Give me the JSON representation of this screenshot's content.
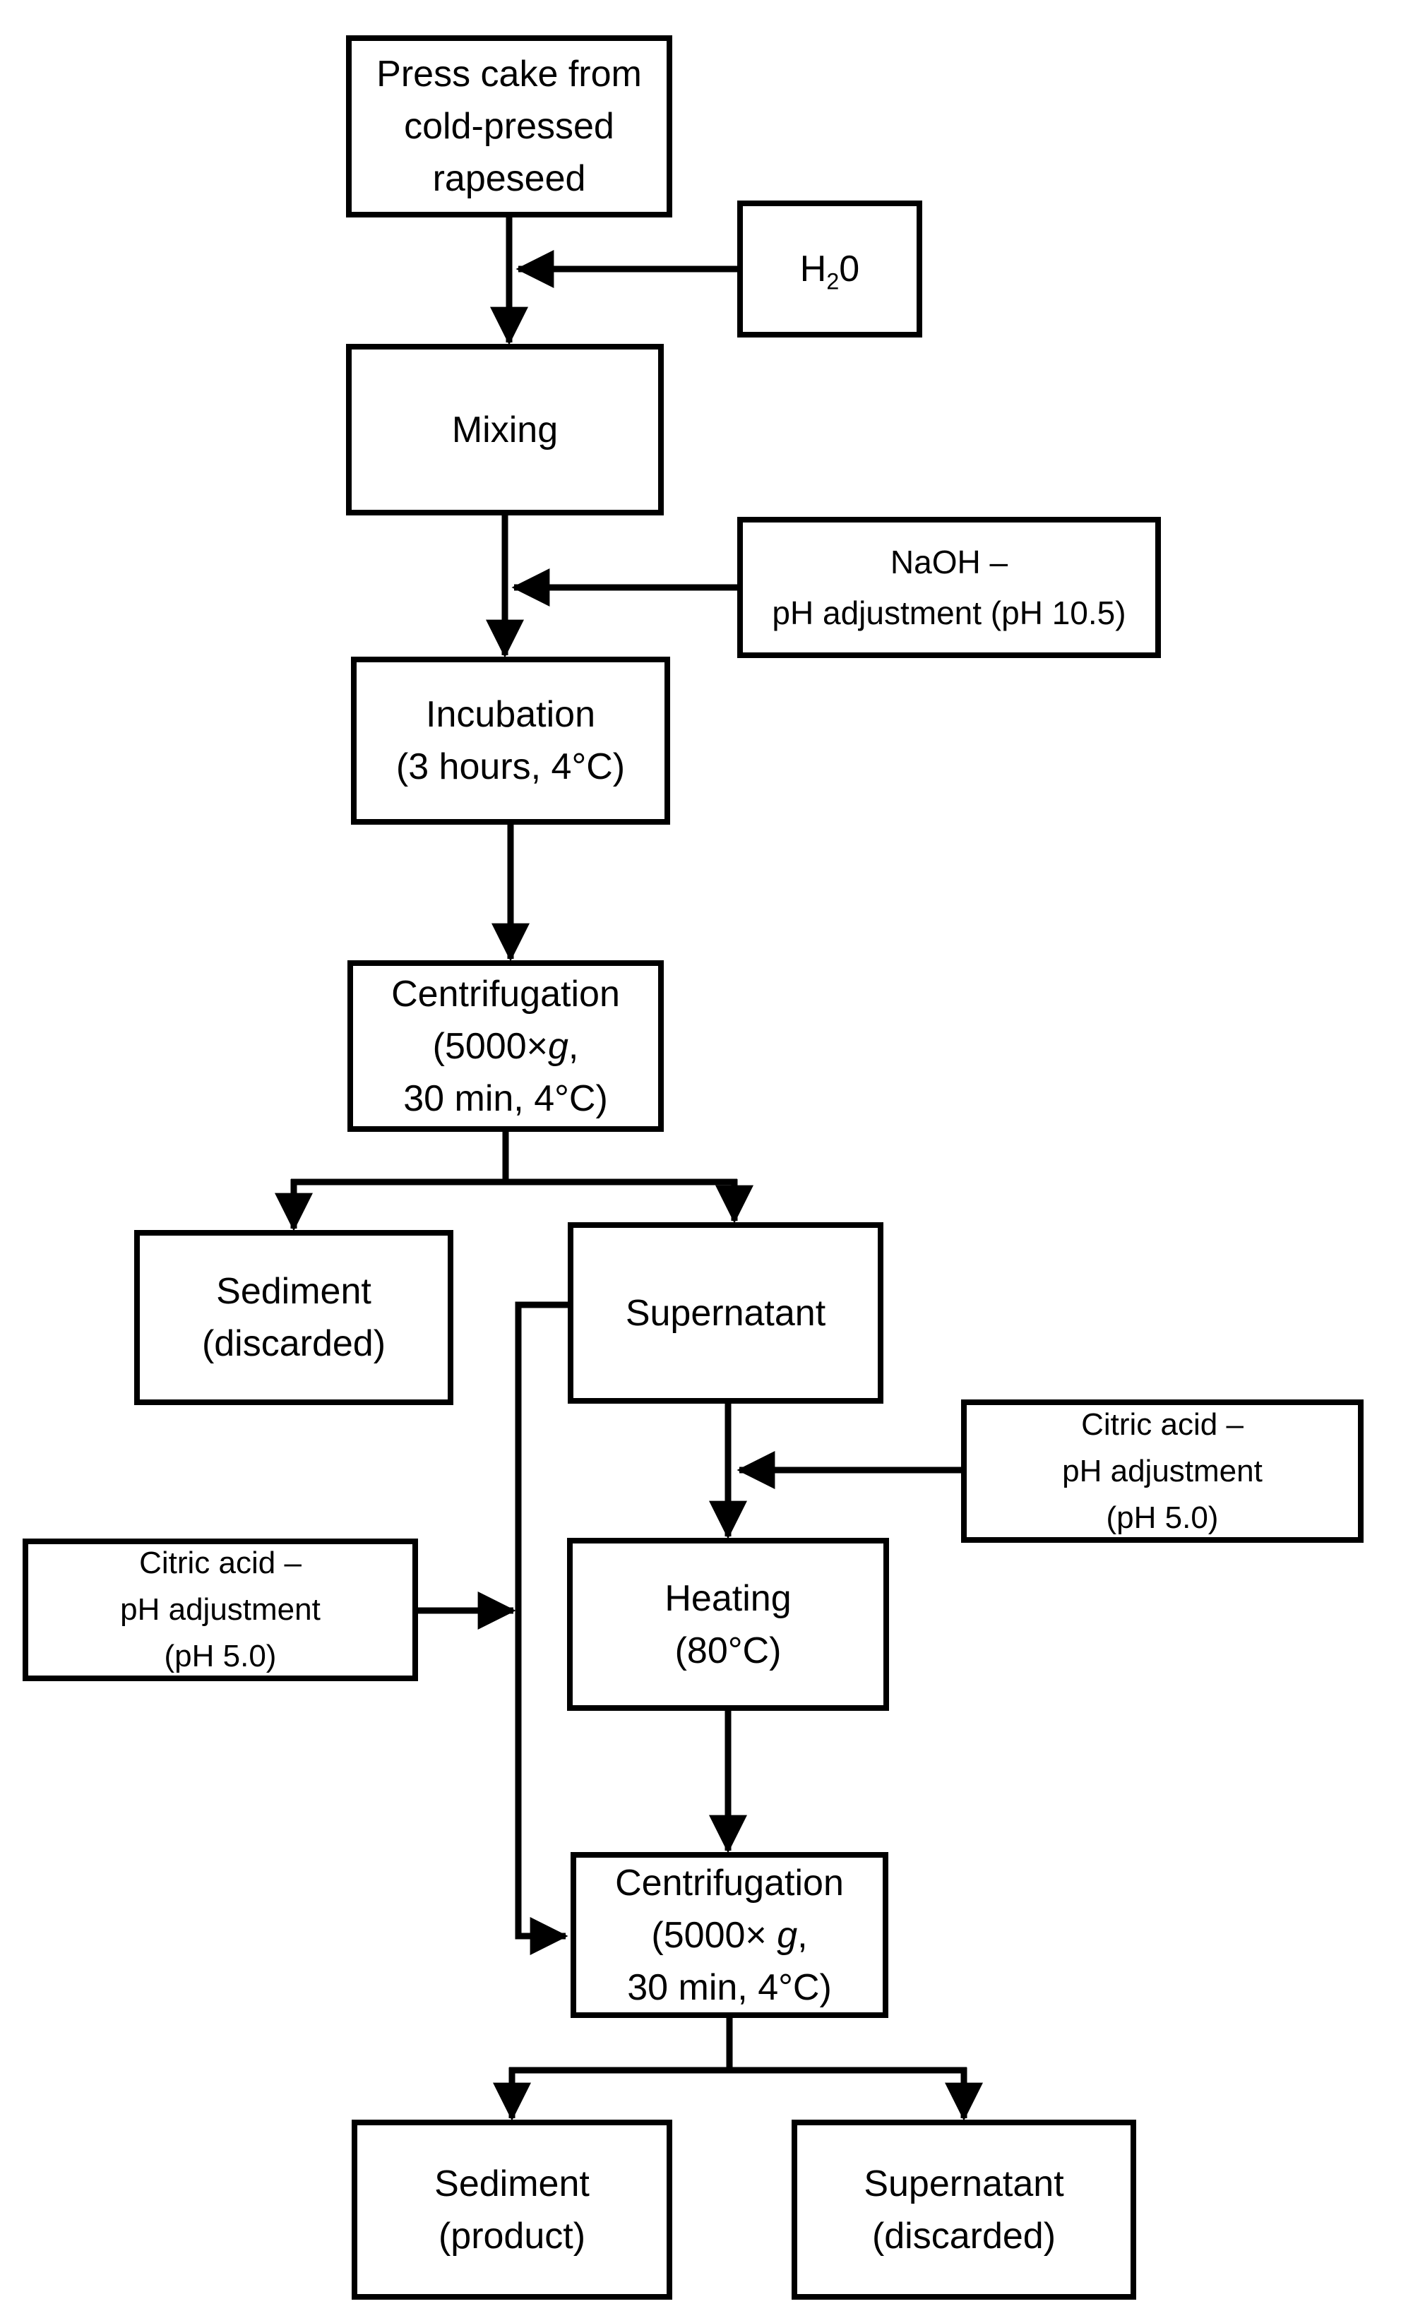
{
  "diagram_title": "Rapeseed press cake protein extraction flowchart",
  "colors": {
    "line": "#000000",
    "box_fill": "#ffffff",
    "background": "#ffffff",
    "text": "#000000"
  },
  "nodes": {
    "press_cake": {
      "lines": [
        "Press cake from",
        "cold-pressed",
        "rapeseed"
      ]
    },
    "water": {
      "pre": "H",
      "sub": "2",
      "post": "0"
    },
    "mixing": {
      "lines": [
        "Mixing"
      ]
    },
    "naoh": {
      "lines": [
        "NaOH –",
        "pH adjustment (pH 10.5)"
      ]
    },
    "incubation": {
      "lines": [
        "Incubation",
        "(3 hours, 4°C)"
      ]
    },
    "centrifugation1": {
      "line1": "Centrifugation",
      "g_line": {
        "pre": "(5000×",
        "g": "g",
        "post": ","
      },
      "line3": "30 min, 4°C)"
    },
    "sediment_discarded": {
      "lines": [
        "Sediment",
        "(discarded)"
      ]
    },
    "supernatant": {
      "lines": [
        "Supernatant"
      ]
    },
    "citric_right": {
      "lines": [
        "Citric acid –",
        "pH adjustment",
        "(pH 5.0)"
      ]
    },
    "citric_left": {
      "lines": [
        "Citric acid –",
        "pH adjustment",
        "(pH 5.0)"
      ]
    },
    "heating": {
      "lines": [
        "Heating",
        "(80°C)"
      ]
    },
    "centrifugation2": {
      "line1": "Centrifugation",
      "g_line": {
        "pre": "(5000× ",
        "g": "g",
        "post": ","
      },
      "line3": "30 min, 4°C)"
    },
    "sediment_product": {
      "lines": [
        "Sediment",
        "(product)"
      ]
    },
    "supernatant_discarded": {
      "lines": [
        "Supernatant",
        "(discarded)"
      ]
    }
  },
  "edges": [
    {
      "from": "press-cake",
      "to": "mixing"
    },
    {
      "from": "h2o",
      "to": "press-cake-to-mixing-arrow"
    },
    {
      "from": "mixing",
      "to": "incubation"
    },
    {
      "from": "naoh-ph-adjustment",
      "to": "mixing-to-incubation-arrow"
    },
    {
      "from": "incubation",
      "to": "centrifugation-1"
    },
    {
      "from": "centrifugation-1",
      "to": "sediment-discarded"
    },
    {
      "from": "centrifugation-1",
      "to": "supernatant"
    },
    {
      "from": "supernatant",
      "to": "heating"
    },
    {
      "from": "citric-acid-right",
      "to": "supernatant-to-heating-arrow"
    },
    {
      "from": "supernatant",
      "to": "centrifugation-2"
    },
    {
      "from": "citric-acid-left",
      "to": "supernatant-to-centrifugation-2-line"
    },
    {
      "from": "heating",
      "to": "centrifugation-2"
    },
    {
      "from": "centrifugation-2",
      "to": "sediment-product"
    },
    {
      "from": "centrifugation-2",
      "to": "supernatant-discarded"
    }
  ]
}
